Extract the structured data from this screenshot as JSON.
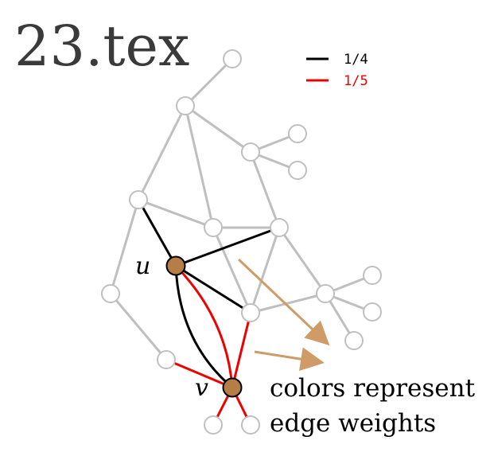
{
  "title": "23.tex",
  "legend": [
    {
      "label": "1/4",
      "color": "#000000"
    },
    {
      "label": "1/5",
      "color": "#ee0000"
    }
  ],
  "colors": {
    "gray_edge": "#bfbfbf",
    "node_stroke": "#c0c0c0",
    "special_node_fill": "#b57d48",
    "arrow": "#cf9c67"
  },
  "labels": {
    "u": "u",
    "v": "v"
  },
  "caption": {
    "line1": "colors represent",
    "line2": "edge weights"
  }
}
